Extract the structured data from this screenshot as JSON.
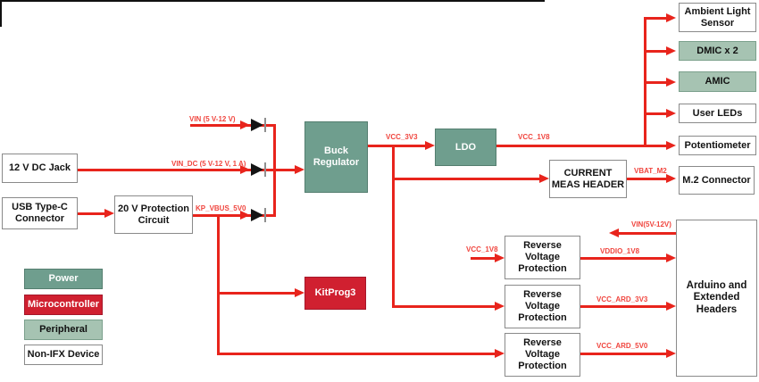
{
  "diagram_type": "power-architecture-block-diagram",
  "colors": {
    "power_block": "#6f9e8e",
    "microcontroller_block": "#d02030",
    "peripheral_block": "#a6c3b2",
    "non_ifx_block": "#ffffff",
    "wire": "#e8241c",
    "net_label": "#f0453e",
    "box_border": "#8a8a8a"
  },
  "blocks": {
    "dc_jack": "12 V DC Jack",
    "usb_c": "USB Type-C\nConnector",
    "protection": "20 V Protection\nCircuit",
    "buck": "Buck\nRegulator",
    "ldo": "LDO",
    "kitprog": "KitProg3",
    "current_meas": "CURRENT\nMEAS HEADER",
    "ambient": "Ambient Light\nSensor",
    "dmic": "DMIC x 2",
    "amic": "AMIC",
    "user_leds": "User LEDs",
    "potentiometer": "Potentiometer",
    "m2": "M.2 Connector",
    "rvp": "Reverse\nVoltage\nProtection",
    "arduino": "Arduino and\nExtended\nHeaders"
  },
  "nets": {
    "vin": "VIN (5 V-12 V)",
    "vin_dc": "VIN_DC (5 V-12 V, 1 A)",
    "kp_vbus": "KP_VBUS_5V0",
    "vcc_3v3": "VCC_3V3",
    "vcc_1v8": "VCC_1V8",
    "vbat_m2": "VBAT_M2",
    "vin_ret": "VIN(5V-12V)",
    "vddio_1v8": "VDDIO_1V8",
    "vcc_ard_3v3": "VCC_ARD_3V3",
    "vcc_ard_5v0": "VCC_ARD_5V0"
  },
  "legend": {
    "power": "Power",
    "microcontroller": "Microcontroller",
    "peripheral": "Peripheral",
    "non_ifx": "Non-IFX Device"
  }
}
